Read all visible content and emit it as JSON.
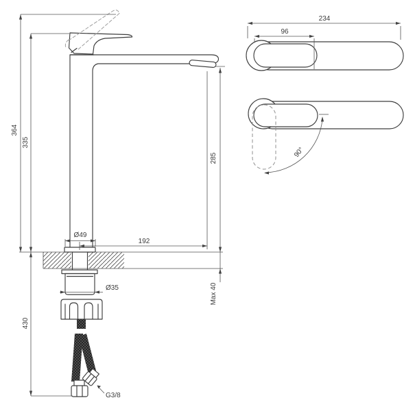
{
  "colors": {
    "background": "#ffffff",
    "outline": "#3d3d3d",
    "dimension_lines": "#555555",
    "ghost_lines": "#9e9e9e",
    "hose_braid": "#4f4f4f"
  },
  "drawing": {
    "subject": "tall single-lever basin mixer tap, dimensioned drawing",
    "dimensions": {
      "overall_height": "364",
      "body_height": "335",
      "hose_length": "430",
      "base_diameter": "Ø49",
      "shank_diameter": "Ø35",
      "spout_reach": "192",
      "outlet_height": "285",
      "max_deck_thickness": "Max 40",
      "connection_thread": "G3/8",
      "top_length": "234",
      "handle_length": "96",
      "handle_swing_angle": "90°"
    }
  }
}
